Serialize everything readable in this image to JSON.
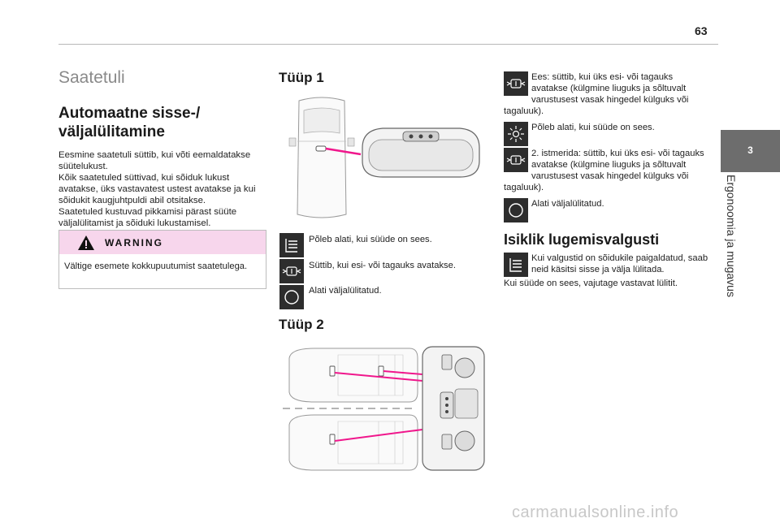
{
  "page": {
    "number": "63"
  },
  "chapter_tab": {
    "number": "3",
    "title": "Ergonoomia ja mugavus"
  },
  "left_column": {
    "section_title": "Saatetuli",
    "subtitle": "Automaatne sisse-/ väljalülitamine",
    "paragraphs": [
      "Eesmine saatetuli süttib, kui võti eemaldatakse süütelukust.",
      "Kõik saatetuled süttivad, kui sõiduk lukust avatakse, üks vastavatest ustest avatakse ja kui sõidukit kaugjuhtpuldi abil otsitakse.",
      "Saatetuled kustuvad pikkamisi pärast süüte väljalülitamist ja sõiduki lukustamisel."
    ],
    "warning": {
      "label": "WARNING",
      "text": "Vältige esemete kokkupuutumist saatetulega."
    }
  },
  "middle_column": {
    "type1": {
      "title": "Tüüp 1",
      "rows": [
        {
          "icon": "lamp-on-icon",
          "text": "Põleb alati, kui süüde on sees."
        },
        {
          "icon": "door-lamp-icon",
          "text": "Süttib, kui esi- või tagauks avatakse."
        },
        {
          "icon": "lamp-off-icon",
          "text": "Alati väljalülitatud."
        }
      ]
    },
    "type2": {
      "title": "Tüüp 2"
    }
  },
  "right_column": {
    "items": [
      {
        "icon": "door-lamp-icon",
        "text": "Ees: süttib, kui üks esi- või tagauks avatakse (külgmine liuguks ja sõltuvalt varustusest vasak hingedel külguks või tagaluuk)."
      },
      {
        "icon": "sun-icon",
        "text": "Põleb alati, kui süüde on sees."
      },
      {
        "icon": "door-lamp-icon",
        "text": "2. istmerida: süttib, kui üks esi- või tagauks avatakse (külgmine liuguks ja sõltuvalt varustusest vasak hingedel külguks või tagaluuk)."
      },
      {
        "icon": "lamp-off-icon",
        "text": "Alati väljalülitatud."
      }
    ],
    "reading_lamps": {
      "title": "Isiklik lugemisvalgusti",
      "icon": "lamp-on-icon",
      "text": "Kui valgustid on sõidukile paigaldatud, saab neid käsitsi sisse ja välja lülitada.",
      "text2": "Kui süüde on sees, vajutage vastavat lülitit."
    }
  },
  "watermark": "carmanualsonline.info",
  "colors": {
    "accent_pink": "#f0178c",
    "warning_bg": "#f7d6ec",
    "tab_gray": "#6d6d6d",
    "icon_dark": "#2d2d2d"
  }
}
